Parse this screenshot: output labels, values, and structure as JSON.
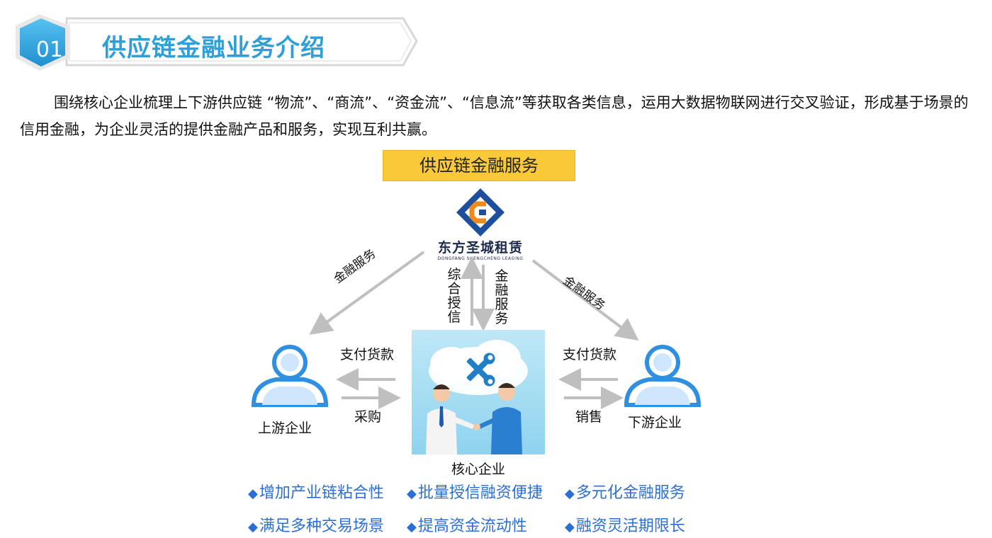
{
  "section": {
    "number": "01",
    "title": "供应链金融业务介绍"
  },
  "intro": "围绕核心企业梳理上下游供应链 “物流”、“商流”、“资金流”、“信息流”等获取各类信息，运用大数据物联网进行交叉验证，形成基于场景的信用金融，为企业灵活的提供金融产品和服务，实现互利共赢。",
  "banner": "供应链金融服务",
  "logo": {
    "name_cn": "东方圣城租赁",
    "name_en": "DONGFANG SHENGCHENG LEASING"
  },
  "flows": {
    "left_diag": "金融服务",
    "right_diag": "金融服务",
    "up_vertical": "综合授信",
    "down_vertical": "金融服务",
    "left_pay": "支付货款",
    "left_buy": "采购",
    "right_pay": "支付货款",
    "right_sell": "销售"
  },
  "nodes": {
    "upstream": "上游企业",
    "core": "核心企业",
    "downstream": "下游企业"
  },
  "bullets": [
    "增加产业链粘合性",
    "批量授信融资便捷",
    "多元化金融服务",
    "满足多种交易场景",
    "提高资金流动性",
    "融资灵活期限长"
  ],
  "colors": {
    "accent_blue": "#2f9fd8",
    "banner_yellow": "#f9c93a",
    "bullet_blue": "#2b6fd6",
    "arrow_gray": "#bfbfbf",
    "logo_orange": "#f08a1c",
    "logo_navy": "#1d4f9c"
  }
}
